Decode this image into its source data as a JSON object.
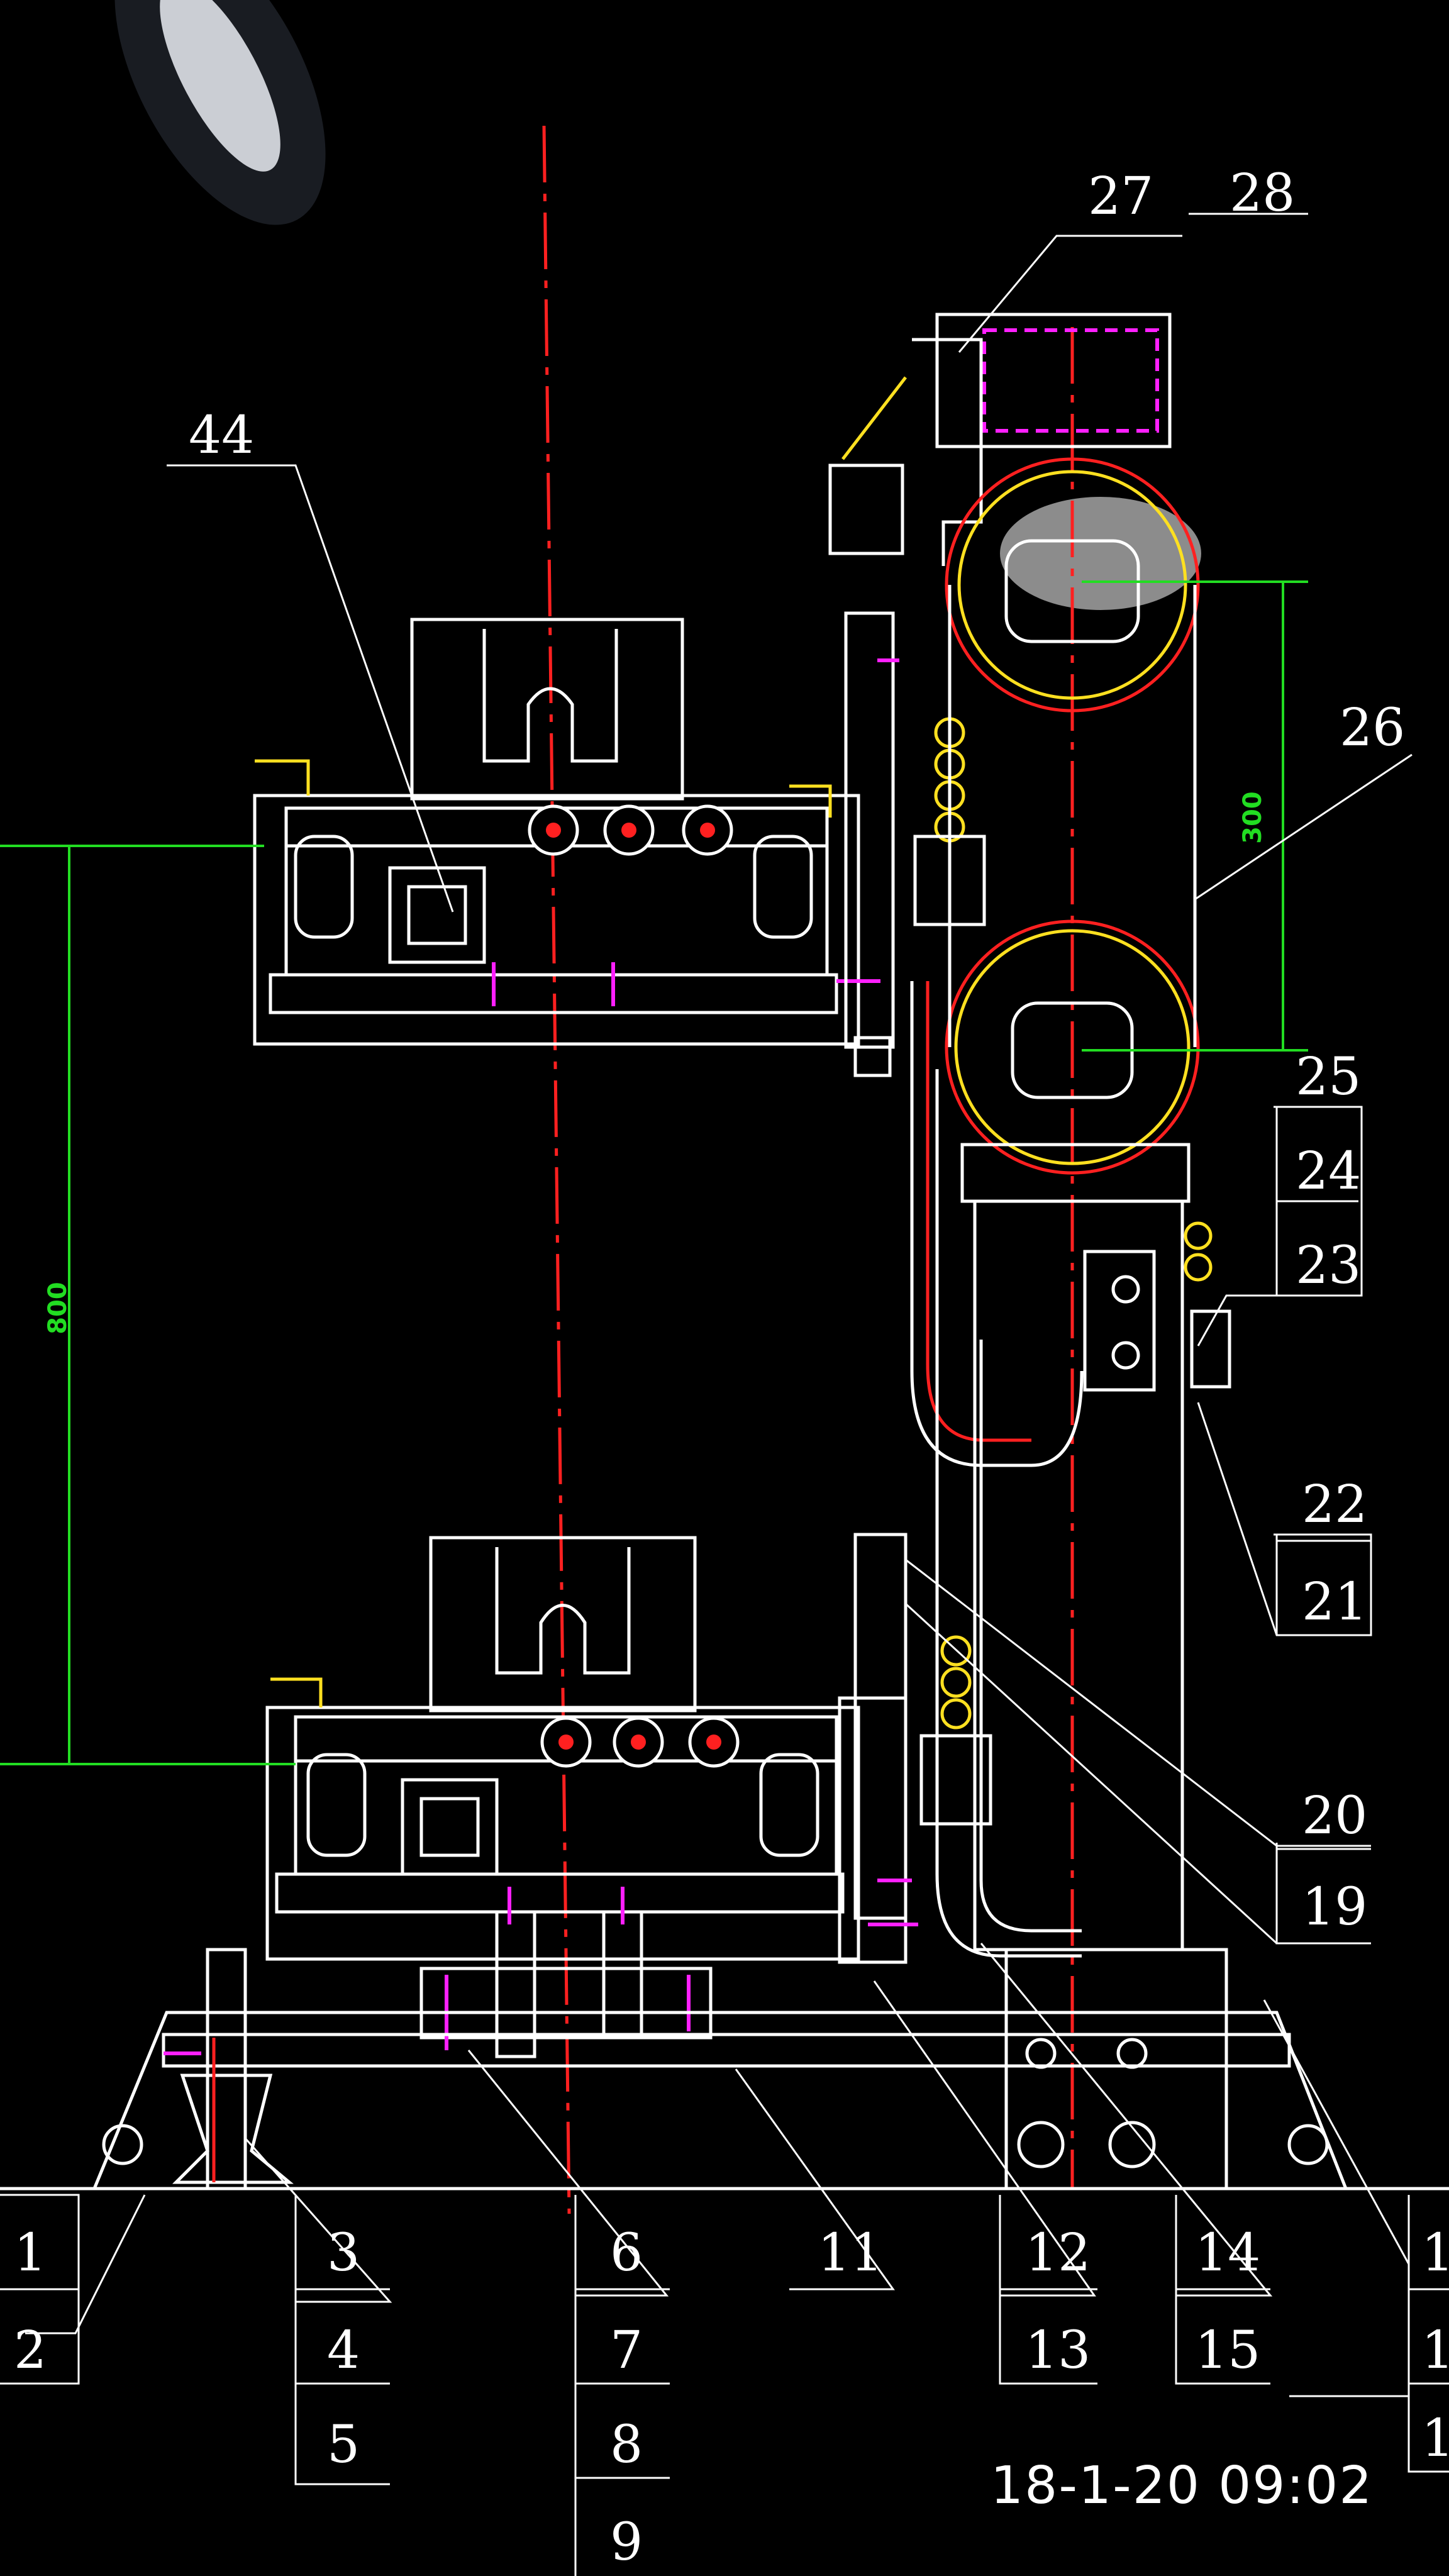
{
  "balloons": {
    "b1": "1",
    "b2": "2",
    "b3": "3",
    "b4": "4",
    "b5": "5",
    "b6": "6",
    "b7": "7",
    "b8": "8",
    "b9": "9",
    "b11": "11",
    "b12": "12",
    "b13": "13",
    "b14": "14",
    "b15": "15",
    "b16": "1",
    "b17": "1",
    "b18": "1",
    "b19": "19",
    "b20": "20",
    "b21": "21",
    "b22": "22",
    "b23": "23",
    "b24": "24",
    "b25": "25",
    "b26": "26",
    "b27": "27",
    "b28": "28",
    "b44": "44"
  },
  "dimensions": {
    "left_vertical": "800",
    "right_vertical": "300"
  },
  "timestamp": "18-1-20 09:02",
  "colors": {
    "background": "#000000",
    "linework": "#ffffff",
    "centerline": "#ff2020",
    "dimension": "#22dd22",
    "fastener": "#ff20ff",
    "accent": "#ffe020"
  }
}
